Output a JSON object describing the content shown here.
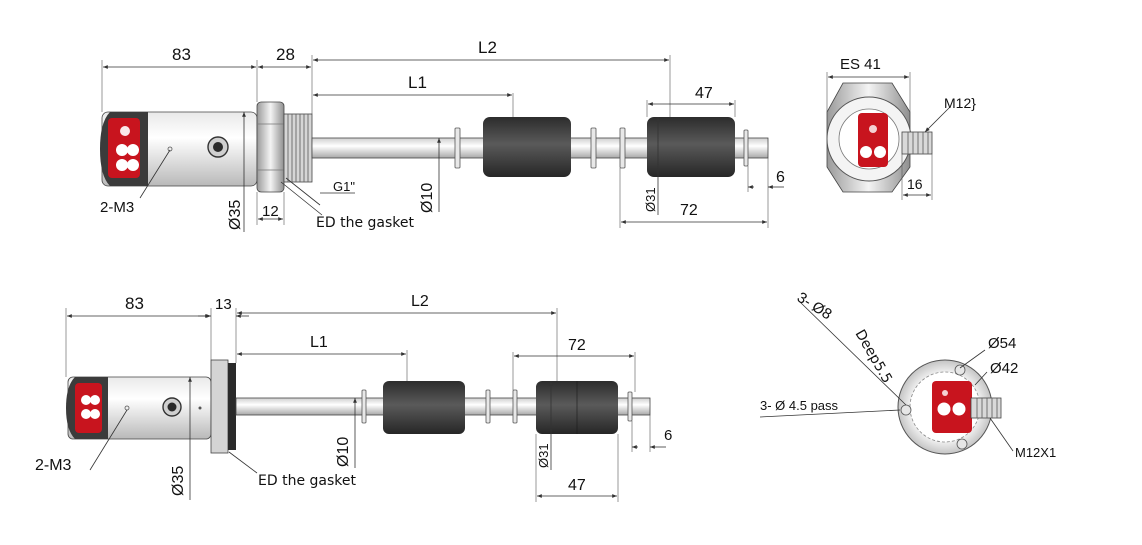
{
  "colors": {
    "red": "#c8141e",
    "dark": "#3a3a3a",
    "metal_light": "#f2f2f2",
    "metal_mid": "#d9d9d9",
    "metal_dark": "#8a8a8a",
    "line": "#333333"
  },
  "top_view": {
    "dim_83": "83",
    "dim_28": "28",
    "dim_l2": "L2",
    "dim_l1": "L1",
    "dim_47": "47",
    "dim_6": "6",
    "dim_72": "72",
    "dim_12": "12",
    "label_2m3": "2-M3",
    "label_d35": "Ø35",
    "label_d10": "Ø10",
    "label_d31": "Ø31",
    "label_g1": "G1\"",
    "label_gasket": "ED the gasket"
  },
  "top_end_view": {
    "label_es41": "ES 41",
    "label_m12": "M12}",
    "dim_16": "16"
  },
  "bottom_view": {
    "dim_83": "83",
    "dim_13": "13",
    "dim_l2": "L2",
    "dim_l1": "L1",
    "dim_72": "72",
    "dim_6": "6",
    "dim_47": "47",
    "label_2m3": "2-M3",
    "label_d35": "Ø35",
    "label_d10": "Ø10",
    "label_d31": "Ø31",
    "label_gasket": "ED the gasket"
  },
  "bottom_end_view": {
    "label_3_d8": "3-  Ø8",
    "label_deep": "Deep5.5",
    "label_3_d45": "3-  Ø 4.5 pass",
    "label_d54": "Ø54",
    "label_d42": "Ø42",
    "label_m12x1": "M12X1"
  }
}
